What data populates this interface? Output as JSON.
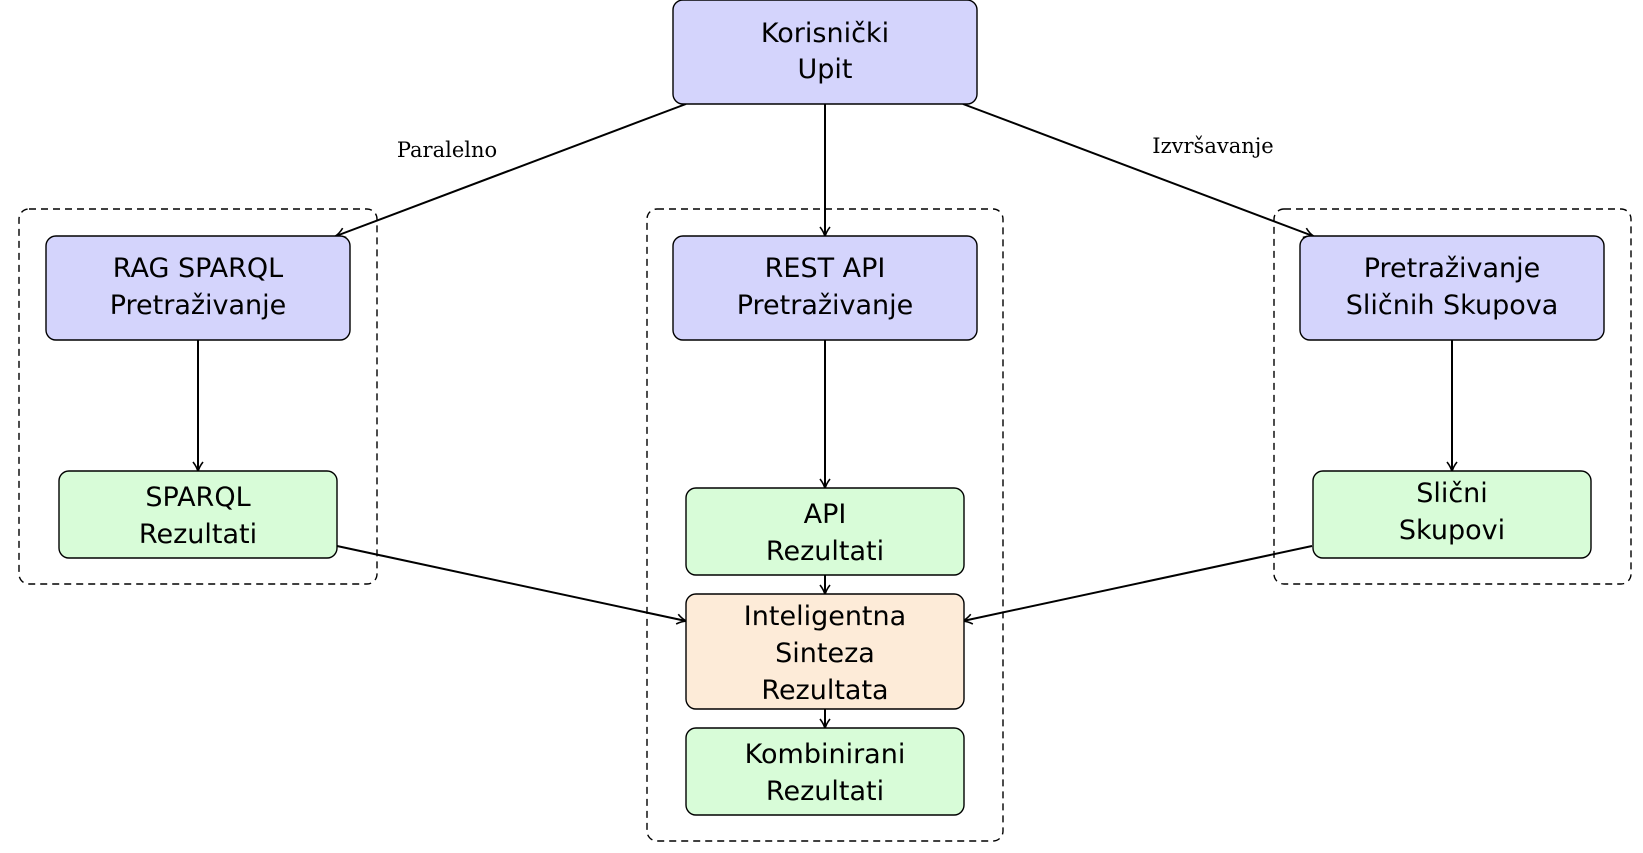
{
  "colors": {
    "input_fill": "#d4d4fc",
    "result_fill": "#d8fcd8",
    "synthesis_fill": "#fdebd8",
    "stroke": "#000000"
  },
  "labels": {
    "parallel": "Paralelno",
    "execution": "Izvršavanje"
  },
  "nodes": {
    "user_query": {
      "line1": "Korisnički",
      "line2": "Upit"
    },
    "rag_sparql": {
      "line1": "RAG SPARQL",
      "line2": "Pretraživanje"
    },
    "rest_api": {
      "line1": "REST API",
      "line2": "Pretraživanje"
    },
    "similar_search": {
      "line1": "Pretraživanje",
      "line2": "Sličnih Skupova"
    },
    "sparql_results": {
      "line1": "SPARQL",
      "line2": "Rezultati"
    },
    "api_results": {
      "line1": "API",
      "line2": "Rezultati"
    },
    "similar_sets": {
      "line1": "Slični",
      "line2": "Skupovi"
    },
    "synthesis": {
      "line1": "Inteligentna",
      "line2": "Sinteza",
      "line3": "Rezultata"
    },
    "combined": {
      "line1": "Kombinirani",
      "line2": "Rezultati"
    }
  }
}
